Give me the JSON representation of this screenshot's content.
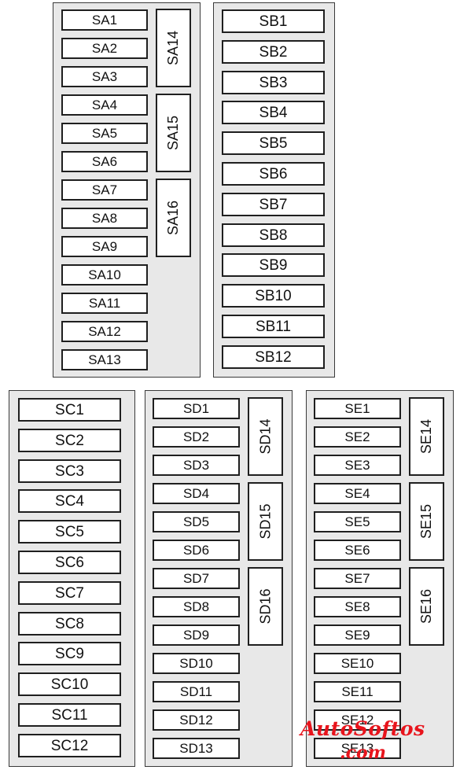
{
  "panels": [
    {
      "id": "SA",
      "box": "SA",
      "fuses": [
        "SA1",
        "SA2",
        "SA3",
        "SA4",
        "SA5",
        "SA6",
        "SA7",
        "SA8",
        "SA9",
        "SA10",
        "SA11",
        "SA12",
        "SA13"
      ],
      "tall_fuses": [
        "SA14",
        "SA15",
        "SA16"
      ]
    },
    {
      "id": "SB",
      "fuses": [
        "SB1",
        "SB2",
        "SB3",
        "SB4",
        "SB5",
        "SB6",
        "SB7",
        "SB8",
        "SB9",
        "SB10",
        "SB11",
        "SB12"
      ],
      "tall_fuses": []
    },
    {
      "id": "SC",
      "fuses": [
        "SC1",
        "SC2",
        "SC3",
        "SC4",
        "SC5",
        "SC6",
        "SC7",
        "SC8",
        "SC9",
        "SC10",
        "SC11",
        "SC12"
      ],
      "tall_fuses": []
    },
    {
      "id": "SD",
      "fuses": [
        "SD1",
        "SD2",
        "SD3",
        "SD4",
        "SD5",
        "SD6",
        "SD7",
        "SD8",
        "SD9",
        "SD10",
        "SD11",
        "SD12",
        "SD13"
      ],
      "tall_fuses": [
        "SD14",
        "SD15",
        "SD16"
      ]
    },
    {
      "id": "SE",
      "fuses": [
        "SE1",
        "SE2",
        "SE3",
        "SE4",
        "SE5",
        "SE6",
        "SE7",
        "SE8",
        "SE9",
        "SE10",
        "SE11",
        "SE12",
        "SE13"
      ],
      "tall_fuses": [
        "SE14",
        "SE15",
        "SE16"
      ]
    }
  ],
  "watermark": {
    "line1": "AutoSoftos",
    "line2": ".com"
  }
}
